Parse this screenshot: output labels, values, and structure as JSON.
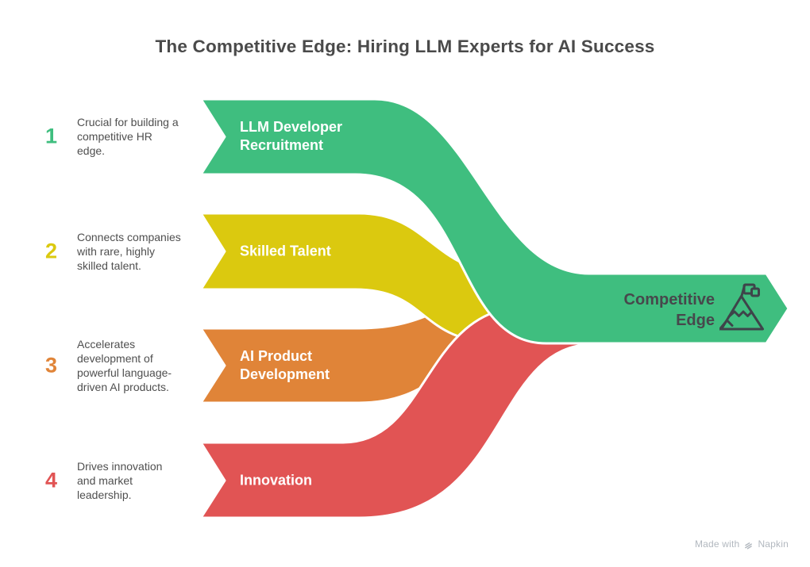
{
  "title": "The Competitive Edge: Hiring LLM Experts for AI Success",
  "items": [
    {
      "number": "1",
      "description": "Crucial for building a\ncompetitive HR\nedge.",
      "label": "LLM Developer\nRecruitment",
      "color": "#3FBE7F"
    },
    {
      "number": "2",
      "description": "Connects companies\nwith rare, highly\nskilled talent.",
      "label": "Skilled Talent",
      "color": "#DBC90F"
    },
    {
      "number": "3",
      "description": "Accelerates\ndevelopment of\npowerful language-\ndriven AI products.",
      "label": "AI Product\nDevelopment",
      "color": "#E08438"
    },
    {
      "number": "4",
      "description": "Drives innovation\nand market\nleadership.",
      "label": "Innovation",
      "color": "#E15454"
    }
  ],
  "result": {
    "label": "Competitive\nEdge",
    "color": "#3FBE7F",
    "icon": "mountain-flag-icon"
  },
  "watermark": {
    "prefix": "Made with",
    "brand": "Napkin",
    "icon": "napkin-logo-icon",
    "color": "#B2B8BF"
  }
}
